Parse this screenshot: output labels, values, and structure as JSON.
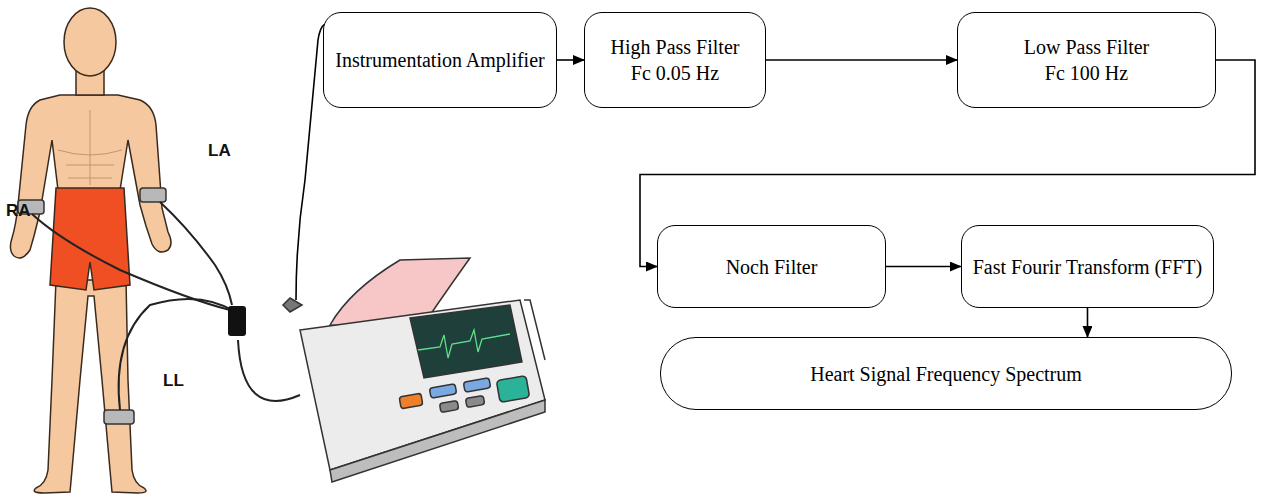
{
  "diagram": {
    "nodes": [
      {
        "text": [
          "Instrumentation Amplifier"
        ]
      },
      {
        "text": [
          "High Pass Filter",
          "Fc 0.05 Hz"
        ]
      },
      {
        "text": [
          "Low Pass Filter",
          "Fc 100 Hz"
        ]
      },
      {
        "text": [
          "Noch Filter"
        ]
      },
      {
        "text": [
          "Fast Fourir Transform (FFT)"
        ]
      },
      {
        "text": [
          "Heart Signal Frequency Spectrum"
        ]
      }
    ],
    "edges": [
      {
        "from": 0,
        "to": 1,
        "arrow": "to"
      },
      {
        "from": 1,
        "to": 2,
        "arrow": "to"
      },
      {
        "from": 2,
        "to": 3,
        "arrow": "to"
      },
      {
        "from": 3,
        "to": 4,
        "arrow": "to"
      },
      {
        "from": 4,
        "to": 5,
        "arrow": "to"
      }
    ],
    "labels": [
      "RA",
      "LA",
      "LL"
    ]
  }
}
